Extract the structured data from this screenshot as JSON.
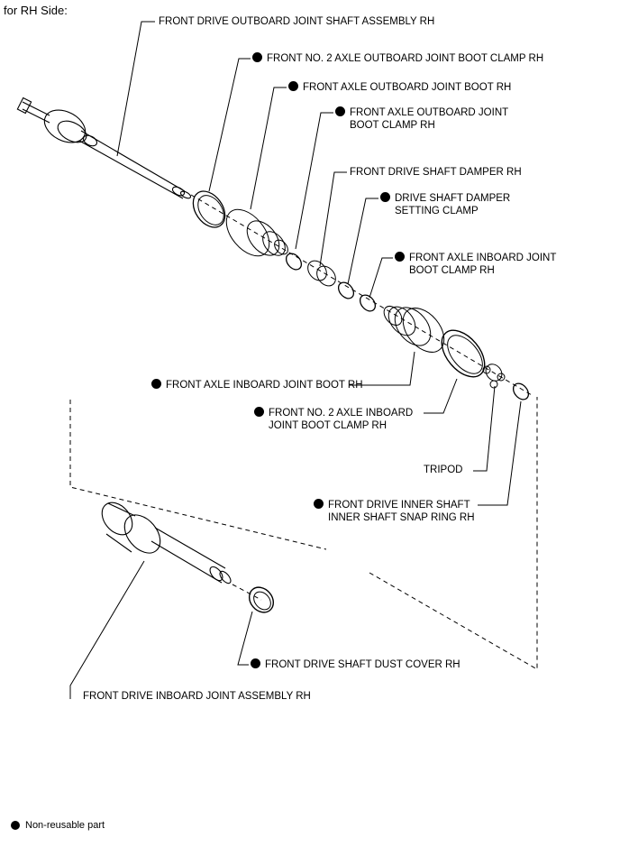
{
  "title": "for RH Side:",
  "legend": "Non-reusable part",
  "labels": {
    "outboard_joint_shaft": "FRONT DRIVE OUTBOARD JOINT SHAFT ASSEMBLY RH",
    "no2_outboard_clamp": "FRONT NO. 2 AXLE OUTBOARD JOINT BOOT CLAMP RH",
    "outboard_boot": "FRONT AXLE OUTBOARD JOINT BOOT RH",
    "outboard_clamp_1": "FRONT AXLE OUTBOARD JOINT",
    "outboard_clamp_2": "BOOT CLAMP RH",
    "damper": "FRONT DRIVE SHAFT DAMPER RH",
    "damper_clamp_1": "DRIVE SHAFT DAMPER",
    "damper_clamp_2": "SETTING CLAMP",
    "inboard_clamp_1": "FRONT AXLE INBOARD JOINT",
    "inboard_clamp_2": "BOOT CLAMP RH",
    "inboard_boot": "FRONT AXLE INBOARD JOINT BOOT RH",
    "no2_inboard_clamp_1": "FRONT NO. 2 AXLE INBOARD",
    "no2_inboard_clamp_2": "JOINT BOOT CLAMP RH",
    "tripod": "TRIPOD",
    "snap_ring_1": "FRONT DRIVE INNER SHAFT",
    "snap_ring_2": "INNER SHAFT SNAP RING RH",
    "dust_cover": "FRONT DRIVE SHAFT DUST COVER RH",
    "inboard_joint": "FRONT DRIVE INBOARD JOINT ASSEMBLY RH"
  },
  "non_reusable_marker": "filled-circle"
}
